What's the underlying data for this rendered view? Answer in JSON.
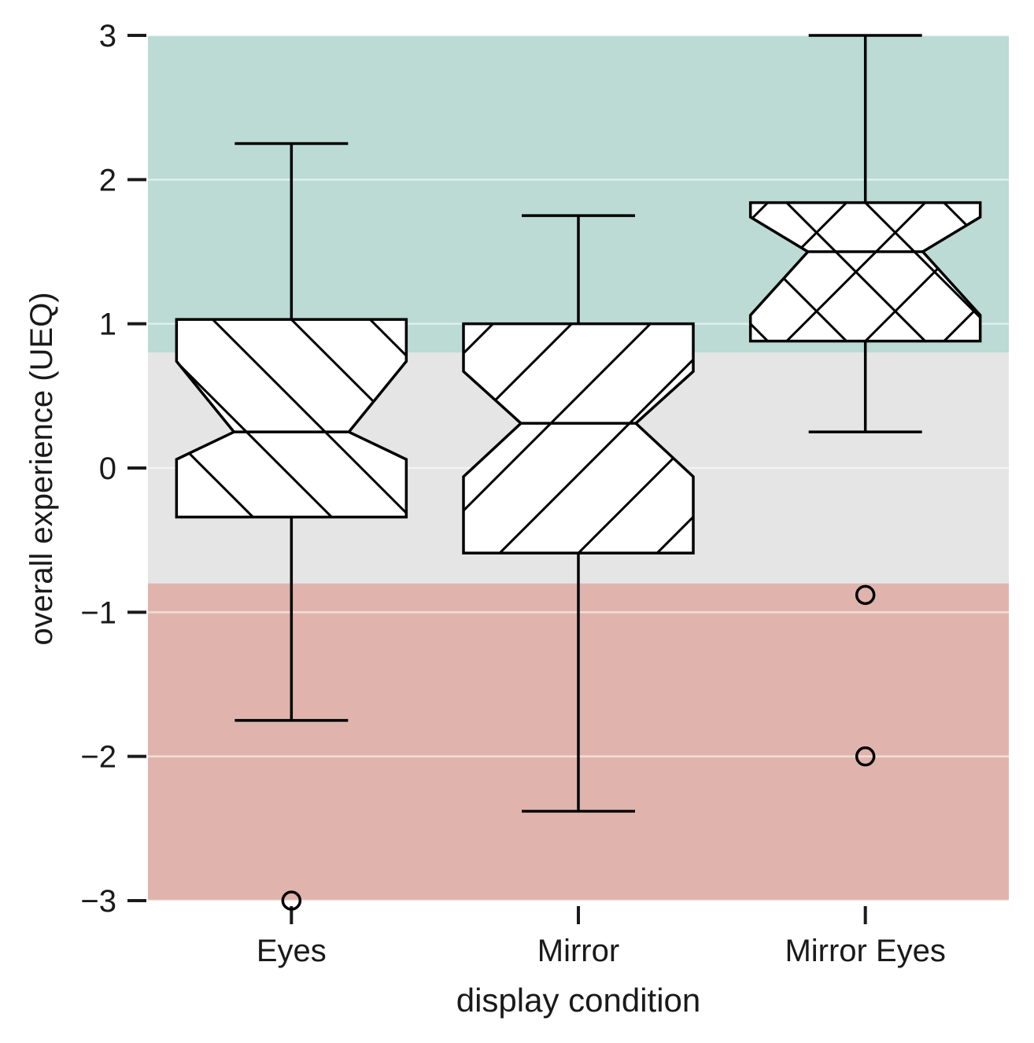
{
  "chart_data": {
    "type": "box",
    "notched": true,
    "xlabel": "display condition",
    "ylabel": "overall experience (UEQ)",
    "ylim": [
      -3,
      3
    ],
    "yticks": [
      3,
      2,
      1,
      0,
      -1,
      -2,
      -3
    ],
    "ytick_labels": [
      "3",
      "2",
      "1",
      "0",
      "−1",
      "−2",
      "−3"
    ],
    "grid": true,
    "background_bands": [
      {
        "from": 0.8,
        "to": 3,
        "color": "#bbdbd4"
      },
      {
        "from": -0.8,
        "to": 0.8,
        "color": "#e5e5e5"
      },
      {
        "from": -3,
        "to": -0.8,
        "color": "#e0b4ac"
      }
    ],
    "categories": [
      "Eyes",
      "Mirror",
      "Mirror Eyes"
    ],
    "boxes": [
      {
        "category": "Eyes",
        "whisker_low": -1.75,
        "q1": -0.34,
        "median": 0.25,
        "q3": 1.03,
        "whisker_high": 2.25,
        "notch_low": 0.06,
        "notch_high": 0.74,
        "outliers": [
          -3.0
        ],
        "hatch": "diagonal-down"
      },
      {
        "category": "Mirror",
        "whisker_low": -2.38,
        "q1": -0.59,
        "median": 0.31,
        "q3": 1.0,
        "whisker_high": 1.75,
        "notch_low": -0.06,
        "notch_high": 0.67,
        "outliers": [],
        "hatch": "diagonal-up"
      },
      {
        "category": "Mirror Eyes",
        "whisker_low": 0.25,
        "q1": 0.88,
        "median": 1.5,
        "q3": 1.84,
        "whisker_high": 3.0,
        "notch_low": 1.06,
        "notch_high": 1.74,
        "outliers": [
          -0.88,
          -2.0
        ],
        "hatch": "cross"
      }
    ],
    "colors": {
      "box_fill": "#ffffff",
      "stroke": "#000000",
      "grid": "#ffffff"
    }
  }
}
